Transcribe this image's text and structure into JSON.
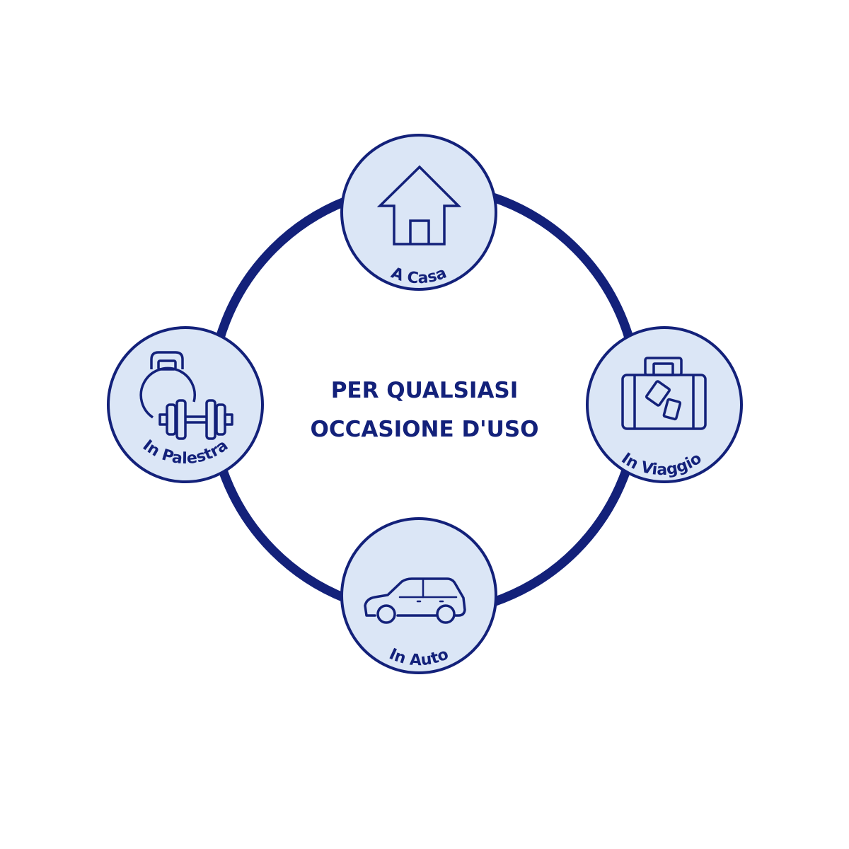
{
  "title": {
    "line1": "PER QUALSIASI",
    "line2": "OCCASIONE D'USO"
  },
  "nodes": [
    {
      "id": "casa",
      "label": "A Casa",
      "icon": "house-icon"
    },
    {
      "id": "viaggio",
      "label": "In Viaggio",
      "icon": "suitcase-icon"
    },
    {
      "id": "auto",
      "label": "In Auto",
      "icon": "car-icon"
    },
    {
      "id": "palestra",
      "label": "In Palestra",
      "icon": "gym-weights-icon"
    }
  ],
  "colors": {
    "primary": "#13217a",
    "node_fill": "#dbe6f6",
    "background": "#ffffff"
  }
}
